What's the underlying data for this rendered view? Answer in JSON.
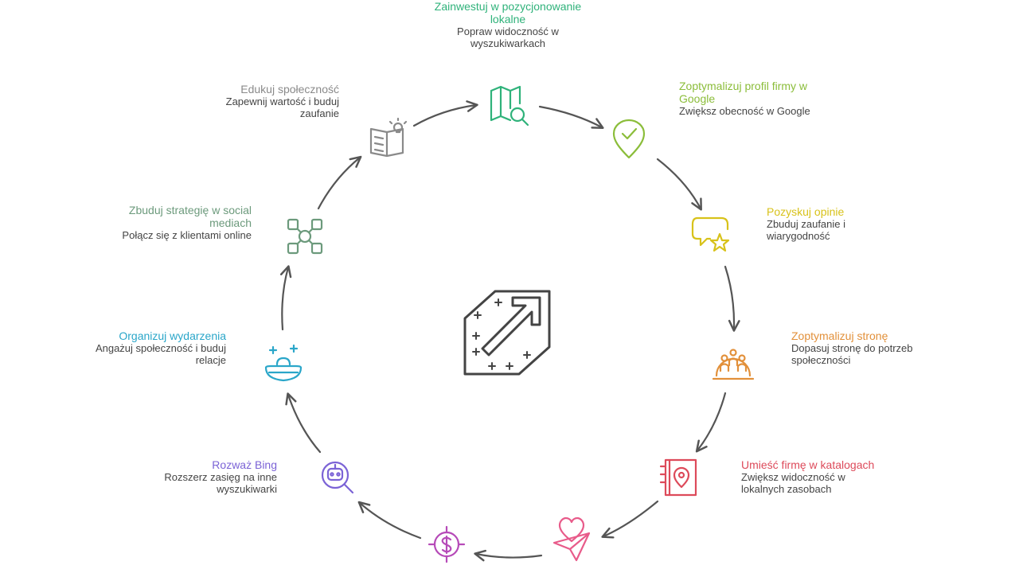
{
  "colors": {
    "arrow": "#555555",
    "center_icon": "#444444",
    "green": "#2fb27a",
    "lime": "#8bbd3a",
    "yellow": "#d8c21a",
    "orange": "#e2903a",
    "red": "#dd4a5a",
    "pink": "#e85b8a",
    "purple": "#b64ab8",
    "violet": "#7b63d6",
    "cyan": "#2aa6c9",
    "sage": "#6c9a7c",
    "gray": "#8a8a8a"
  },
  "steps": {
    "local_seo": {
      "title": "Zainwestuj w pozycjonowanie lokalne",
      "desc": "Popraw widoczność w wyszukiwarkach",
      "icon": "map-search-icon"
    },
    "google_profile": {
      "title": "Zoptymalizuj profil firmy w Google",
      "desc": "Zwiększ obecność w Google",
      "icon": "location-check-icon"
    },
    "reviews": {
      "title": "Pozyskuj opinie",
      "desc": "Zbuduj zaufanie i wiarygodność",
      "icon": "review-star-icon"
    },
    "website": {
      "title": "Zoptymalizuj stronę",
      "desc": "Dopasuj stronę do potrzeb społeczności",
      "icon": "community-globe-icon"
    },
    "directories": {
      "title": "Umieść firmę w katalogach",
      "desc": "Zwiększ widoczność w lokalnych zasobach",
      "icon": "directory-book-icon"
    },
    "bing": {
      "title": "Rozważ Bing",
      "desc": "Rozszerz zasięg na inne wyszukiwarki",
      "icon": "robot-search-icon"
    },
    "events": {
      "title": "Organizuj wydarzenia",
      "desc": "Angażuj społeczność i buduj relacje",
      "icon": "event-sparkle-icon"
    },
    "social": {
      "title": "Zbuduj strategię w social mediach",
      "desc": "Połącz się z klientami online",
      "icon": "social-network-icon"
    },
    "educate": {
      "title": "Edukuj społeczność",
      "desc": "Zapewnij wartość i buduj zaufanie",
      "icon": "book-idea-icon"
    }
  }
}
